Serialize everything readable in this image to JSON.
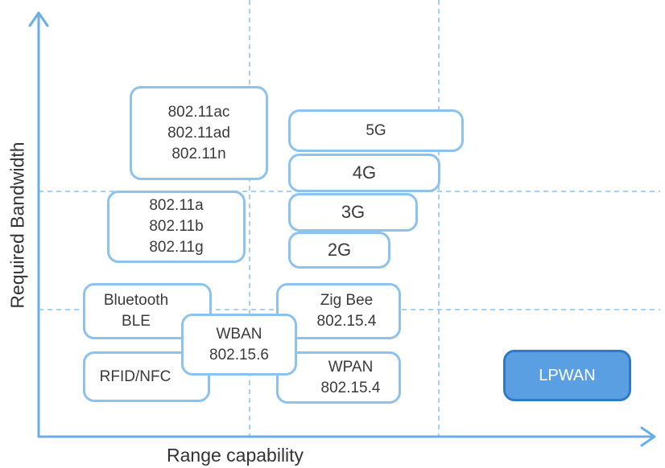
{
  "axes": {
    "x_label": "Range capability",
    "y_label": "Required Bandwidth"
  },
  "boxes": {
    "wifi_high": [
      "802.11ac",
      "802.11ad",
      "802.11n"
    ],
    "wifi_low": [
      "802.11a",
      "802.11b",
      "802.11g"
    ],
    "cell_5g": "5G",
    "cell_4g": "4G",
    "cell_3g": "3G",
    "cell_2g": "2G",
    "bluetooth": [
      "Bluetooth",
      "BLE"
    ],
    "zigbee": [
      "Zig Bee",
      "802.15.4"
    ],
    "wban": [
      "WBAN",
      "802.15.6"
    ],
    "rfid": "RFID/NFC",
    "wpan": [
      "WPAN",
      "802.15.4"
    ],
    "lpwan": "LPWAN"
  },
  "colors": {
    "axis": "#6aaee6",
    "box_border": "#8cc2ec",
    "lpwan_fill": "#5b9fe3",
    "lpwan_border": "#2f79c8"
  }
}
